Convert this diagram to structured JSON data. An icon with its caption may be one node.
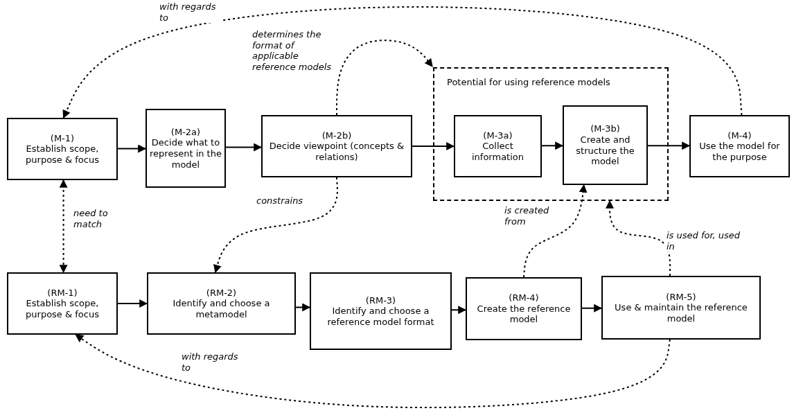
{
  "diagram": {
    "nodes": [
      {
        "text": [
          "(M-1)",
          "Establish scope, purpose & focus"
        ]
      },
      {
        "text": [
          "(M-2a)",
          "Decide what to represent in the model"
        ]
      },
      {
        "text": [
          "(M-2b)",
          "Decide viewpoint (concepts & relations)"
        ]
      },
      {
        "text": [
          "Potential for using reference models"
        ]
      },
      {
        "text": [
          "(M-3a)",
          "Collect information"
        ],
        "in": 3
      },
      {
        "text": [
          "(M-3b)",
          "Create and structure the model"
        ],
        "in": 3
      },
      {
        "text": [
          "(M-4)",
          "Use the model for the purpose"
        ]
      },
      {
        "text": [
          "(RM-1)",
          "Establish scope, purpose & focus"
        ]
      },
      {
        "text": [
          "(RM-2)",
          "Identify and choose a metamodel"
        ]
      },
      {
        "text": [
          "(RM-3)",
          "Identify and choose a reference model format"
        ]
      },
      {
        "text": [
          "(RM-4)",
          "Create the reference model"
        ]
      },
      {
        "text": [
          "(RM-5)",
          "Use & maintain the reference model"
        ]
      }
    ],
    "edges": [
      {
        "from": 0,
        "to": 1,
        "arrow": "to"
      },
      {
        "from": 1,
        "to": 2,
        "arrow": "to"
      },
      {
        "from": 2,
        "to": 4,
        "arrow": "to"
      },
      {
        "from": 4,
        "to": 5,
        "arrow": "to"
      },
      {
        "from": 5,
        "to": 6,
        "arrow": "to"
      },
      {
        "from": 7,
        "to": 8,
        "arrow": "to"
      },
      {
        "from": 8,
        "to": 9,
        "arrow": "to"
      },
      {
        "from": 9,
        "to": 10,
        "arrow": "to"
      },
      {
        "from": 10,
        "to": 11,
        "arrow": "to"
      },
      {
        "from": 6,
        "to": 0,
        "arrow": "to",
        "style": "dashed",
        "label": "with regards to"
      },
      {
        "from": 2,
        "to": 3,
        "arrow": "to",
        "style": "dashed",
        "label": "determines the format of applicable reference models"
      },
      {
        "from": 2,
        "to": 8,
        "arrow": "to",
        "style": "dashed",
        "label": "constrains"
      },
      {
        "from": 0,
        "to": 7,
        "arrow": "both",
        "style": "dashed",
        "label": "need to match"
      },
      {
        "from": 10,
        "to": 5,
        "arrow": "to",
        "style": "dashed",
        "label": "is created from"
      },
      {
        "from": 11,
        "to": 3,
        "arrow": "to",
        "style": "dashed",
        "label": "is used for, used in"
      },
      {
        "from": 11,
        "to": 7,
        "arrow": "to",
        "style": "dashed",
        "label": "with regards to"
      }
    ]
  }
}
